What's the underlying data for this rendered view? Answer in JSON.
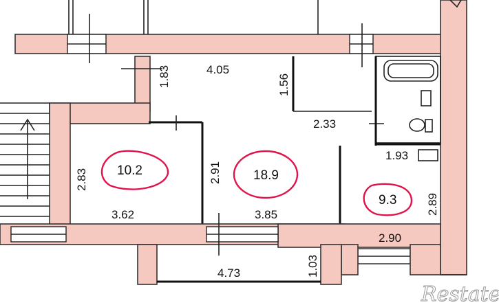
{
  "dimensions": {
    "top_wall": "4.05",
    "top_left_vertical": "1.83",
    "bath_vertical": "1.56",
    "corridor": "2.33",
    "bath_width": "1.93",
    "room_left_height": "2.83",
    "room_left_width": "3.62",
    "room_center_height": "2.91",
    "room_center_width": "3.85",
    "room_right_height": "2.89",
    "room_right_width": "2.90",
    "balcony_width": "4.73",
    "balcony_depth": "1.03"
  },
  "areas": {
    "room_left": "10.2",
    "room_center": "18.9",
    "room_right": "9.3"
  },
  "watermark": "Restate",
  "colors": {
    "wall_fill": "#f6c9c0",
    "circle": "#e0134a"
  }
}
